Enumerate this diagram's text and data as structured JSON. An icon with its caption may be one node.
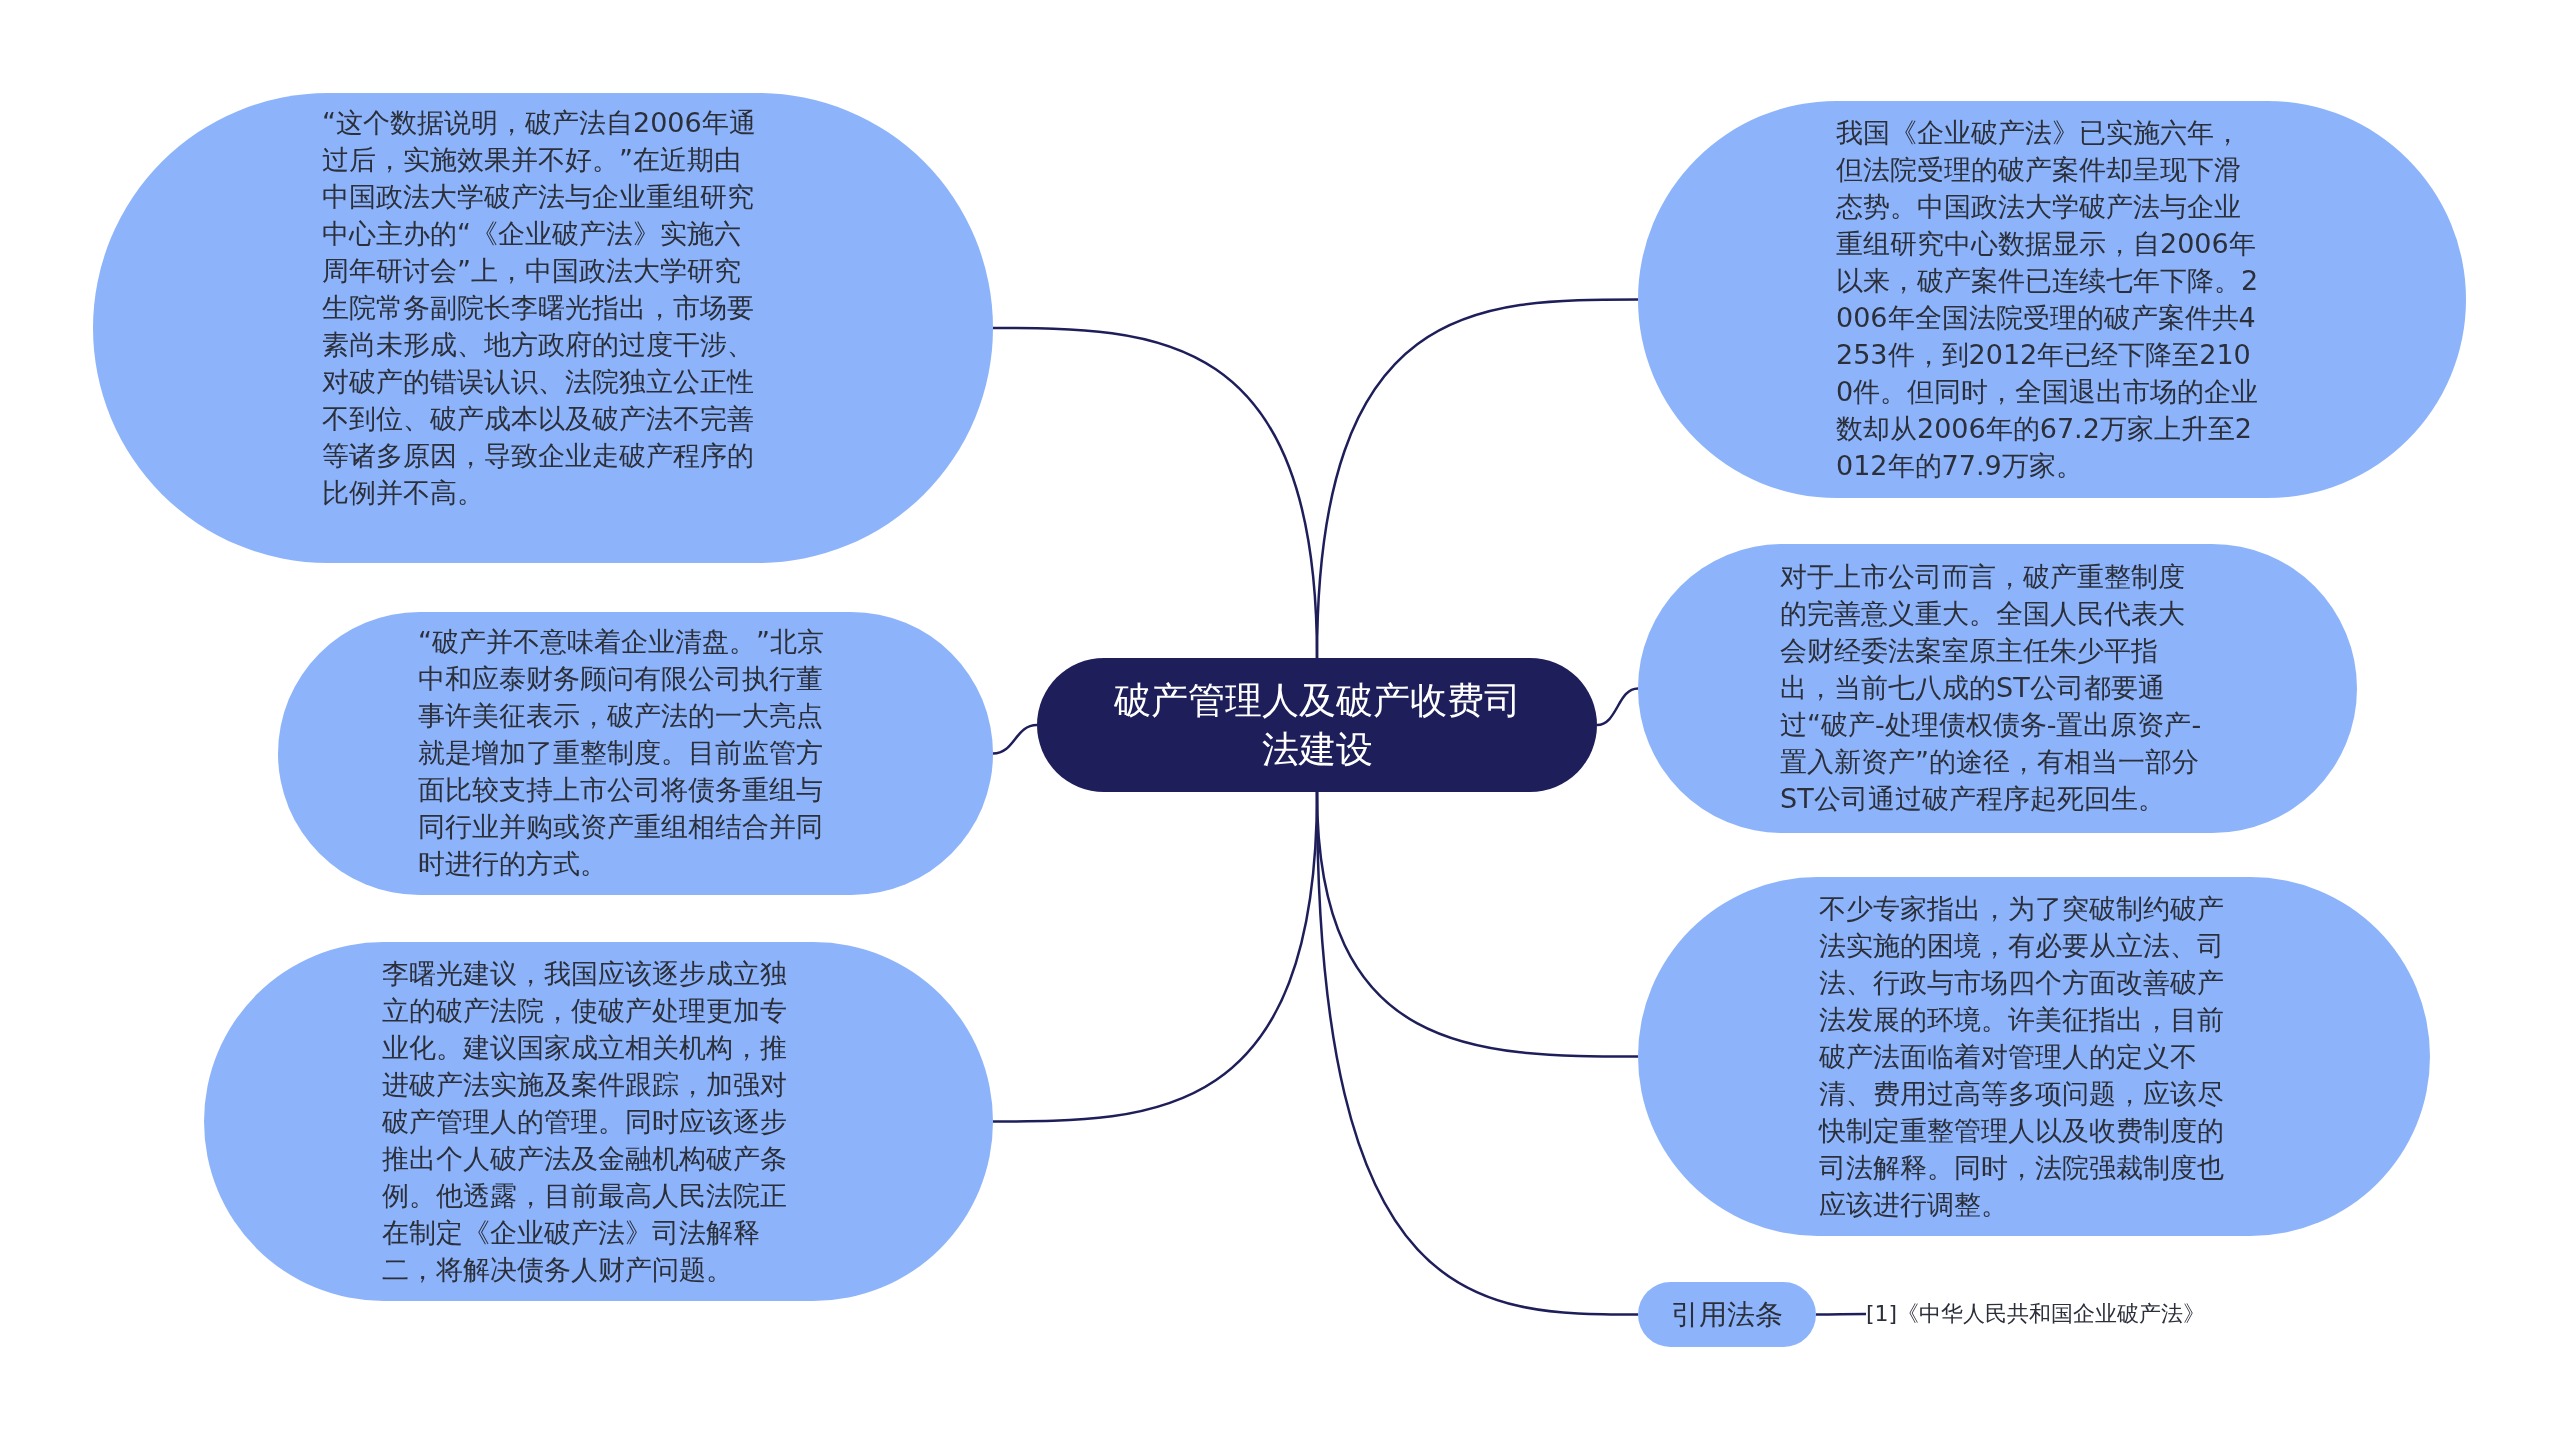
{
  "diagram": {
    "nodes": [
      {
        "text": [
          "破产管理人及破产收费司法建设"
        ]
      },
      {
        "text": [
          "“这个数据说明，破产法自2006年通过后，实施效果并不好。”在近期由中国政法大学破产法与企业重组研究中心主办的“《企业破产法》实施六周年研讨会”上，中国政法大学研究生院常务副院长李曙光指出，市场要素尚未形成、地方政府的过度干涉、对破产的错误认识、法院独立公正性不到位、破产成本以及破产法不完善等诸多原因，导致企业走破产程序的比例并不高。"
        ]
      },
      {
        "text": [
          "我国《企业破产法》已实施六年，但法院受理的破产案件却呈现下滑态势。中国政法大学破产法与企业重组研究中心数据显示，自2006年以来，破产案件已连续七年下降。2006年全国法院受理的破产案件共4253件，到2012年已经下降至2100件。但同时，全国退出市场的企业数却从2006年的67.2万家上升至2012年的77.9万家。"
        ]
      },
      {
        "text": [
          "对于上市公司而言，破产重整制度的完善意义重大。全国人民代表大会财经委法案室原主任朱少平指出，当前七八成的ST公司都要通过“破产-处理债权债务-置出原资产-置入新资产”的途径，有相当一部分ST公司通过破产程序起死回生。"
        ]
      },
      {
        "text": [
          "“破产并不意味着企业清盘。”北京中和应泰财务顾问有限公司执行董事许美征表示，破产法的一大亮点就是增加了重整制度。目前监管方面比较支持上市公司将债务重组与同行业并购或资产重组相结合并同时进行的方式。"
        ]
      },
      {
        "text": [
          "李曙光建议，我国应该逐步成立独立的破产法院，使破产处理更加专业化。建议国家成立相关机构，推进破产法实施及案件跟踪，加强对破产管理人的管理。同时应该逐步推出个人破产法及金融机构破产条例。他透露，目前最高人民法院正在制定《企业破产法》司法解释二，将解决债务人财产问题。"
        ]
      },
      {
        "text": [
          "不少专家指出，为了突破制约破产法实施的困境，有必要从立法、司法、行政与市场四个方面改善破产法发展的环境。许美征指出，目前破产法面临着对管理人的定义不清、费用过高等多项问题，应该尽快制定重整管理人以及收费制度的司法解释。同时，法院强裁制度也应该进行调整。"
        ]
      },
      {
        "text": [
          "引用法条"
        ]
      },
      {
        "text": [
          "[1]《中华人民共和国企业破产法》"
        ]
      }
    ],
    "edges": [
      {
        "from": 0,
        "to": 1,
        "arrow": "none"
      },
      {
        "from": 0,
        "to": 2,
        "arrow": "none"
      },
      {
        "from": 0,
        "to": 3,
        "arrow": "none"
      },
      {
        "from": 0,
        "to": 4,
        "arrow": "none"
      },
      {
        "from": 0,
        "to": 5,
        "arrow": "none"
      },
      {
        "from": 0,
        "to": 6,
        "arrow": "none"
      },
      {
        "from": 0,
        "to": 7,
        "arrow": "none"
      },
      {
        "from": 7,
        "to": 8,
        "arrow": "none"
      }
    ]
  }
}
